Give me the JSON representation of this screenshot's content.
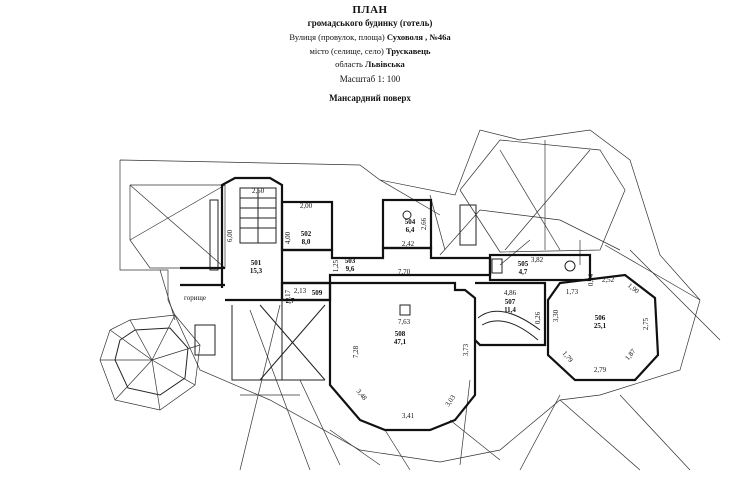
{
  "header": {
    "title": "ПЛАН",
    "subtitle": "громадського будинку (готель)",
    "street_label": "Вулиця  (провулок, площа)",
    "street_value": "Суховоля , №46а",
    "city_label": "місто (селище, село)",
    "city_value": "Трускавець",
    "region_label": "область",
    "region_value": "Львівська",
    "scale": "Масштаб 1: 100",
    "floor": "Мансардний поверх"
  },
  "rooms": [
    {
      "num": "501",
      "area": "15,3"
    },
    {
      "num": "502",
      "area": "8,0"
    },
    {
      "num": "503",
      "area": "9,6"
    },
    {
      "num": "504",
      "area": "6,4"
    },
    {
      "num": "505",
      "area": "4,7"
    },
    {
      "num": "506",
      "area": "25,1"
    },
    {
      "num": "507",
      "area": "11,4"
    },
    {
      "num": "508",
      "area": "47,1"
    },
    {
      "num": "509",
      "area": "2,7"
    }
  ],
  "attic_label": "горище",
  "dimensions": {
    "d250": "2,50",
    "d200": "2,00",
    "d600": "6,00",
    "d400": "4,00",
    "d266": "2,66",
    "d242": "2,42",
    "d770": "7,70",
    "d125": "1,25",
    "d382": "3,82",
    "d094": "0,94",
    "d213": "2,13",
    "d117": "1,17",
    "d486": "4,86",
    "d173": "1,73",
    "d252": "2,52",
    "d190": "1,90",
    "d330": "3,30",
    "d275": "2,75",
    "d763": "7,63",
    "d728": "7,28",
    "d373": "3,73",
    "d179": "1,79",
    "d187": "1,87",
    "d279": "2,79",
    "d348": "3,48",
    "d341": "3,41",
    "d303": "3,03",
    "d026": "0,26"
  }
}
